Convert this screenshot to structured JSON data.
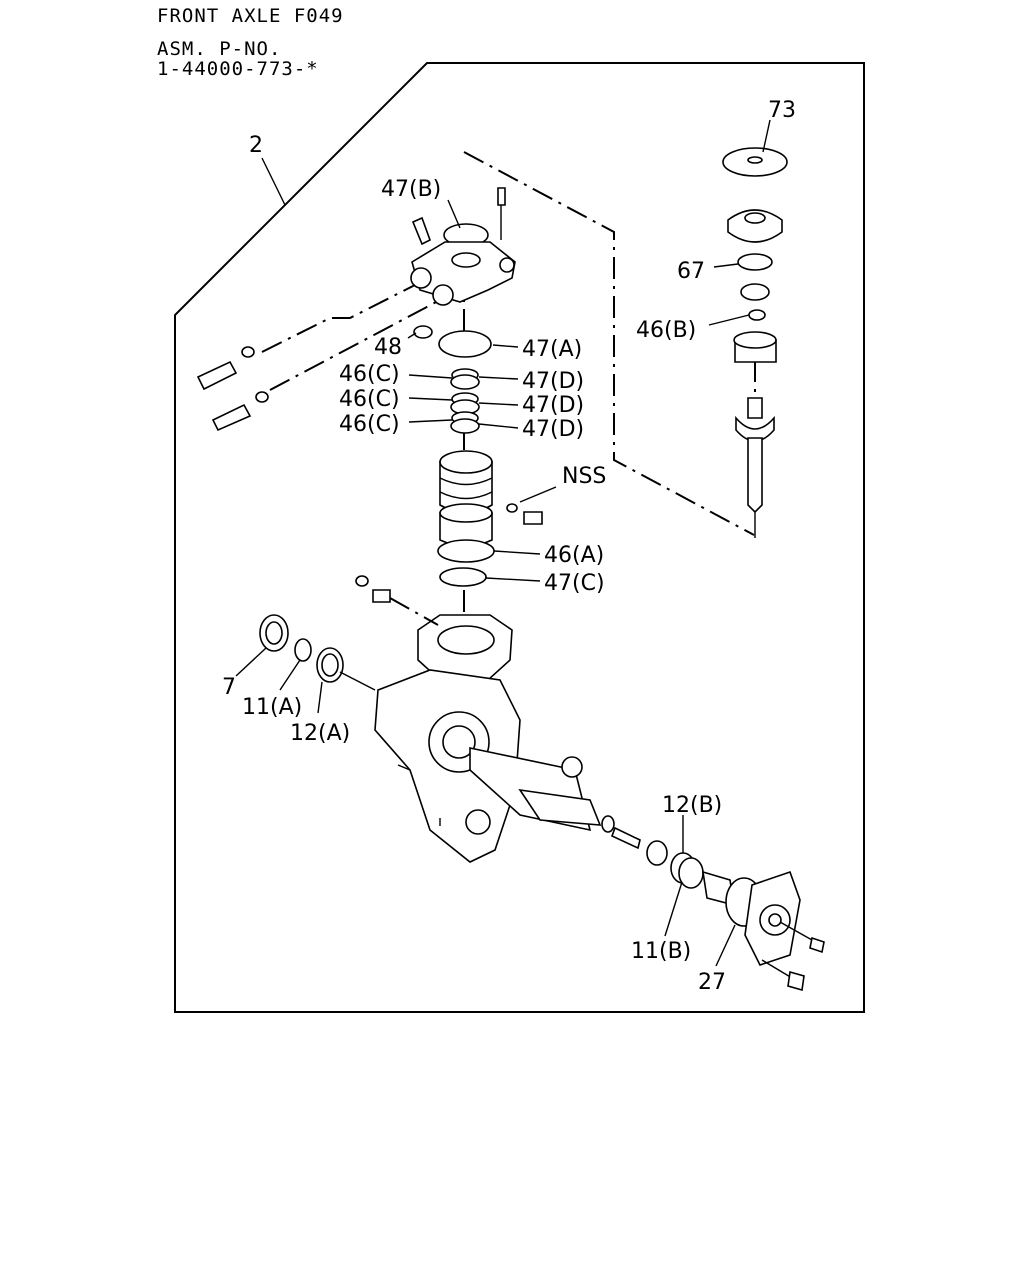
{
  "header": {
    "title": "FRONT AXLE F049",
    "asm_label": "ASM. P-NO.",
    "asm_number": "1-44000-773-*"
  },
  "callouts": {
    "c2": "2",
    "c73": "73",
    "c47B": "47(B)",
    "c67": "67",
    "c46B": "46(B)",
    "c48": "48",
    "c47A": "47(A)",
    "c46C1": "46(C)",
    "c47D1": "47(D)",
    "c46C2": "46(C)",
    "c47D2": "47(D)",
    "c46C3": "46(C)",
    "c47D3": "47(D)",
    "cNSS": "NSS",
    "c46A": "46(A)",
    "c47C": "47(C)",
    "c7": "7",
    "c11A": "11(A)",
    "c12A": "12(A)",
    "c12B": "12(B)",
    "c11B": "11(B)",
    "c27": "27"
  }
}
